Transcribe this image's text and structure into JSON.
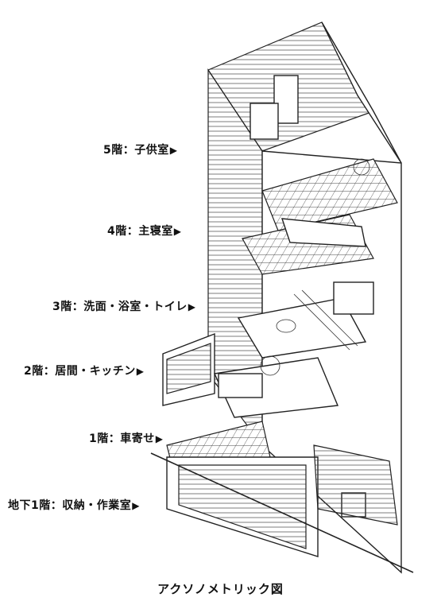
{
  "floors": [
    {
      "label": "5階：子供室",
      "arrow": "▶"
    },
    {
      "label": "4階：主寝室",
      "arrow": "▶"
    },
    {
      "label": "3階：洗面・浴室・トイレ",
      "arrow": "▶"
    },
    {
      "label": "2階：居間・キッチン",
      "arrow": "▶"
    },
    {
      "label": "1階：車寄せ",
      "arrow": "▶"
    },
    {
      "label": "地下1階：収納・作業室",
      "arrow": "▶"
    }
  ],
  "caption": "アクソノメトリック図"
}
